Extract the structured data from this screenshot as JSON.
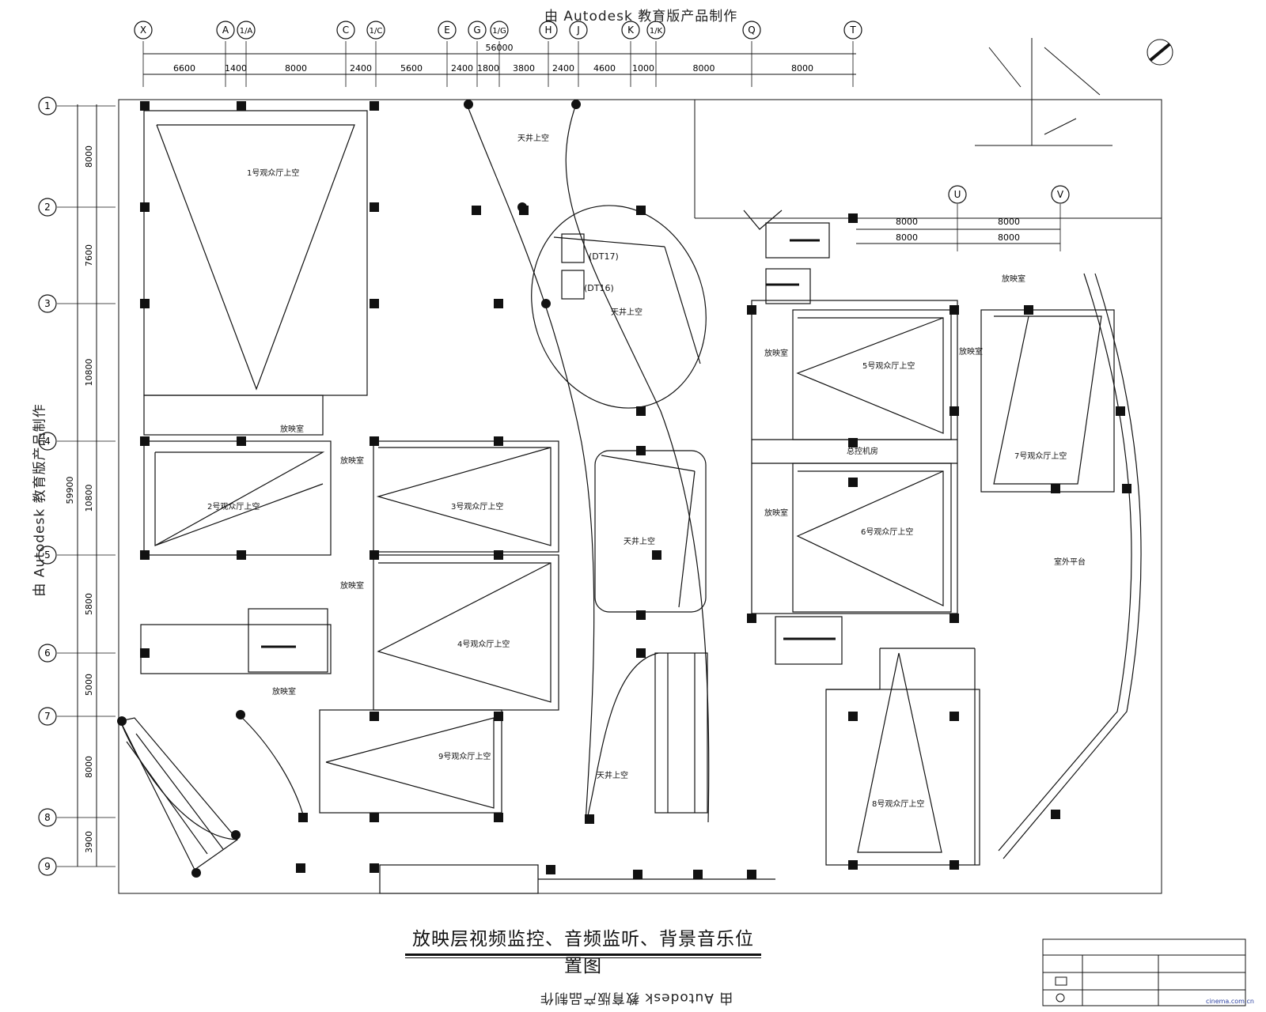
{
  "watermark": "由 Autodesk 教育版产品制作",
  "title": "放映层视频监控、音频监听、背景音乐位置图",
  "logo": "cinema.com.cn",
  "grid_top": [
    "X",
    "A",
    "1/A",
    "C",
    "1/C",
    "E",
    "G",
    "1/G",
    "H",
    "J",
    "K",
    "1/K",
    "Q",
    "T"
  ],
  "grid_right": [
    "U",
    "V"
  ],
  "grid_left": [
    "1",
    "2",
    "3",
    "4",
    "5",
    "6",
    "7",
    "8",
    "9"
  ],
  "dims_top": [
    "6600",
    "1400",
    "8000",
    "2400",
    "5600",
    "2400",
    "1800",
    "3800",
    "2400",
    "4600",
    "1000",
    "8000",
    "8000"
  ],
  "dims_top_total": "56000",
  "dims_right": [
    "8000",
    "8000"
  ],
  "dims_left": [
    "8000",
    "7600",
    "10800",
    "10800",
    "5800",
    "5000",
    "8000",
    "3900"
  ],
  "dims_left_total": "59900",
  "rooms": {
    "h1": "1号观众厅上空",
    "h2": "2号观众厅上空",
    "h3": "3号观众厅上空",
    "h4": "4号观众厅上空",
    "h5": "5号观众厅上空",
    "h6": "6号观众厅上空",
    "h7": "7号观众厅上空",
    "h8": "8号观众厅上空",
    "h9": "9号观众厅上空",
    "projection": "放映室",
    "control": "总控机房",
    "terrace": "室外平台",
    "void": "天井上空",
    "lift16": "(DT16)",
    "lift17": "(DT17)"
  },
  "colors": {
    "line": "#111111",
    "paper": "#ffffff",
    "logo": "#2a3fa0"
  }
}
